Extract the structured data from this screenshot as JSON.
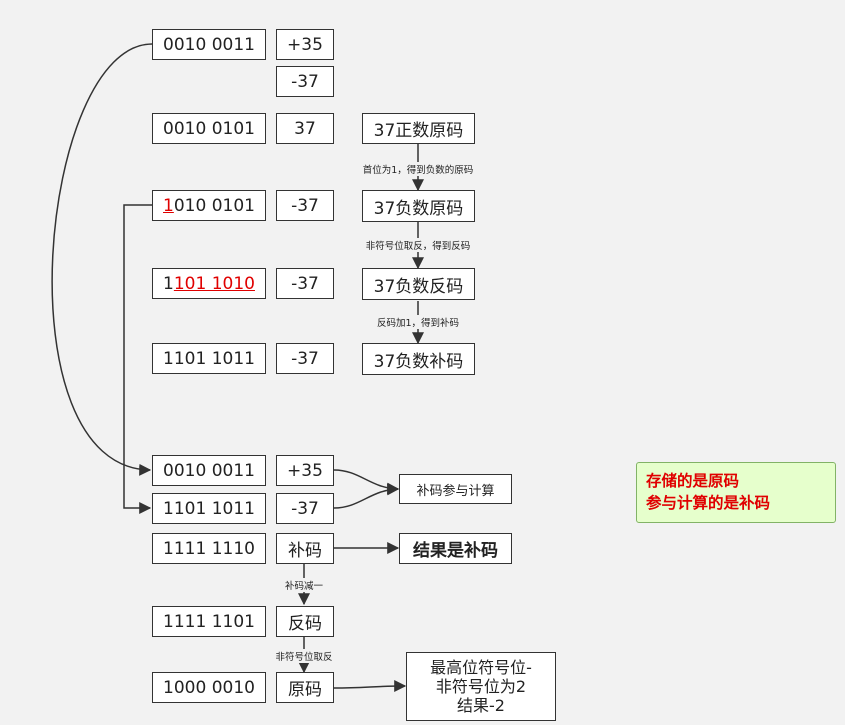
{
  "rows": {
    "r1_bin": "0010 0011",
    "r1_val": "+35",
    "r2_val": "-37",
    "r3_bin": "0010 0101",
    "r3_val": "37",
    "r3_note": "37正数原码",
    "r4_bin_a": "1",
    "r4_bin_b": "010 0101",
    "r4_val": "-37",
    "r4_note": "37负数原码",
    "r5_bin_a": "1",
    "r5_bin_b": "101 1010",
    "r5_val": "-37",
    "r5_note": "37负数反码",
    "r6_bin": "1101 1011",
    "r6_val": "-37",
    "r6_note": "37负数补码",
    "r7_bin": "0010 0011",
    "r7_val": "+35",
    "r8_bin": "1101 1011",
    "r8_val": "-37",
    "r9_bin": "1111 1110",
    "r9_val": "补码",
    "r10_bin": "1111 1101",
    "r10_val": "反码",
    "r11_bin": "1000 0010",
    "r11_val": "原码"
  },
  "results": {
    "calc": "补码参与计算",
    "is_complement": "结果是补码",
    "final": [
      "最高位符号位-",
      "非符号位为2",
      "结果-2"
    ]
  },
  "labels": {
    "l1": "首位为1，得到负数的原码",
    "l2": "非符号位取反，得到反码",
    "l3": "反码加1，得到补码",
    "l4": "补码减一",
    "l5": "非符号位取反"
  },
  "note": {
    "line1": "存储的是原码",
    "line2": "参与计算的是补码"
  }
}
